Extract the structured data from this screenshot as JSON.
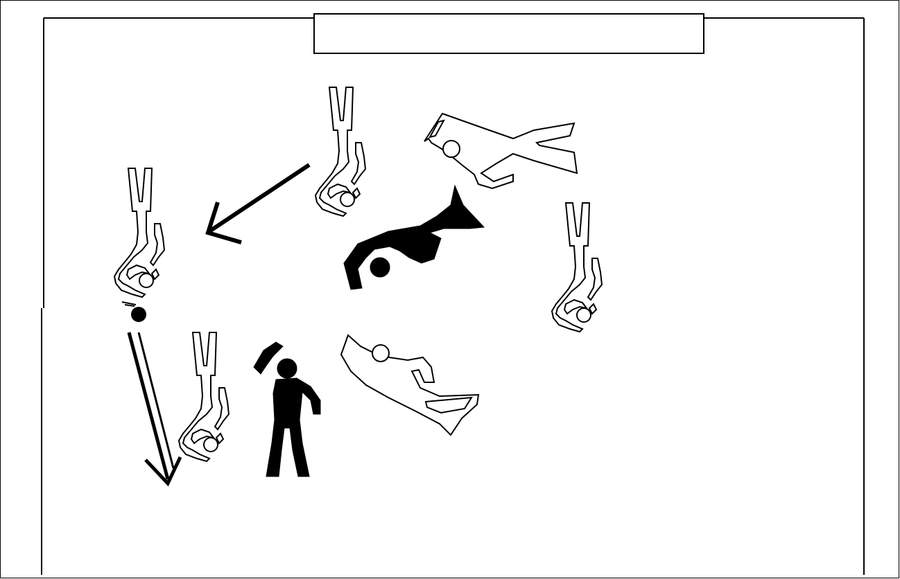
{
  "title": "",
  "colors": {
    "ink": "#000000",
    "paper": "#ffffff"
  },
  "elements": {
    "court": "court-boundary",
    "net": "net-box",
    "players_outline": 6,
    "player_solid_lying": 1,
    "player_solid_standing": 1,
    "balls": 1,
    "arrows": 2
  }
}
